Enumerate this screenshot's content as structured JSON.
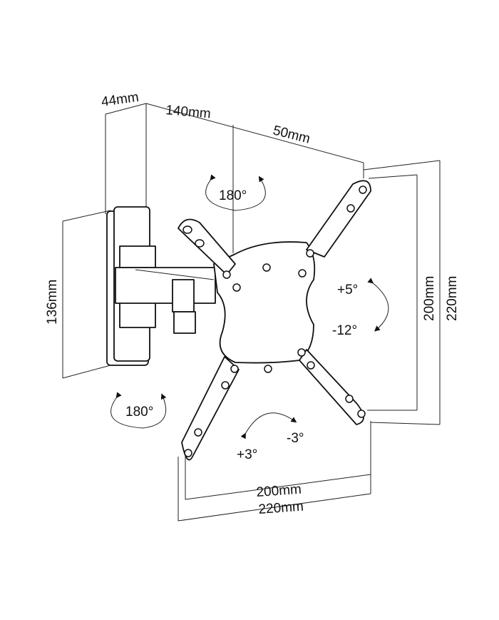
{
  "dimensions": {
    "wall_plate_depth": "44mm",
    "arm_extension": "140mm",
    "plate_offset": "50mm",
    "wall_plate_height": "136mm",
    "vesa_vertical_inner": "200mm",
    "vesa_vertical_outer": "220mm",
    "vesa_horizontal_inner": "200mm",
    "vesa_horizontal_outer": "220mm"
  },
  "rotations": {
    "swivel_top": "180°",
    "swivel_bottom": "180°",
    "tilt_up": "+5°",
    "tilt_down": "-12°",
    "level_plus": "+3°",
    "level_minus": "-3°"
  }
}
